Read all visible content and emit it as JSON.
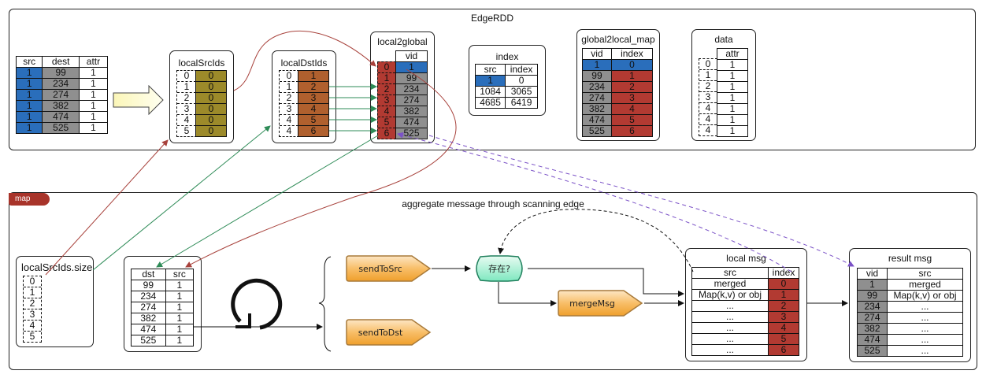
{
  "edge_rdd": {
    "title": "EdgeRDD",
    "edges_table": {
      "headers": [
        "src",
        "dest",
        "attr"
      ],
      "rows": [
        [
          "1",
          "99",
          "1"
        ],
        [
          "1",
          "234",
          "1"
        ],
        [
          "1",
          "274",
          "1"
        ],
        [
          "1",
          "382",
          "1"
        ],
        [
          "1",
          "474",
          "1"
        ],
        [
          "1",
          "525",
          "1"
        ]
      ]
    },
    "local_src_ids": {
      "title": "localSrcIds",
      "index": [
        "0",
        "1",
        "2",
        "3",
        "4",
        "5"
      ],
      "values": [
        "0",
        "0",
        "0",
        "0",
        "0",
        "0"
      ]
    },
    "local_dst_ids": {
      "title": "localDstIds",
      "index": [
        "0",
        "1",
        "2",
        "3",
        "4",
        "4"
      ],
      "values": [
        "1",
        "2",
        "3",
        "4",
        "5",
        "6"
      ]
    },
    "local2global": {
      "title": "local2global",
      "header": "vid",
      "index": [
        "0",
        "1",
        "2",
        "3",
        "4",
        "5",
        "6"
      ],
      "values": [
        "1",
        "99",
        "234",
        "274",
        "382",
        "474",
        "525"
      ]
    },
    "index_table": {
      "title": "index",
      "headers": [
        "src",
        "index"
      ],
      "rows": [
        [
          "1",
          "0"
        ],
        [
          "1084",
          "3065"
        ],
        [
          "4685",
          "6419"
        ]
      ]
    },
    "global2local_map": {
      "title": "global2local_map",
      "headers": [
        "vid",
        "index"
      ],
      "rows": [
        [
          "1",
          "0"
        ],
        [
          "99",
          "1"
        ],
        [
          "234",
          "2"
        ],
        [
          "274",
          "3"
        ],
        [
          "382",
          "4"
        ],
        [
          "474",
          "5"
        ],
        [
          "525",
          "6"
        ]
      ]
    },
    "data_table": {
      "title": "data",
      "header": "attr",
      "index": [
        "0",
        "1",
        "2",
        "3",
        "4",
        "4",
        "4"
      ],
      "values": [
        "1",
        "1",
        "1",
        "1",
        "1",
        "1",
        "1"
      ]
    }
  },
  "map_section": {
    "tag": "map",
    "title": "aggregate message through scanning edge",
    "local_src_ids_size": {
      "title": "localSrcIds.size",
      "index": [
        "0",
        "1",
        "2",
        "3",
        "4",
        "5"
      ]
    },
    "edge_scan_table": {
      "headers": [
        "dst",
        "src"
      ],
      "rows": [
        [
          "99",
          "1"
        ],
        [
          "234",
          "1"
        ],
        [
          "274",
          "1"
        ],
        [
          "382",
          "1"
        ],
        [
          "474",
          "1"
        ],
        [
          "525",
          "1"
        ]
      ]
    },
    "loop_icon": "loop-arrow-icon",
    "send_to_src": "sendToSrc",
    "send_to_dst": "sendToDst",
    "decision": "存在?",
    "merge_msg": "mergeMsg",
    "local_msg": {
      "title": "local msg",
      "headers": [
        "src",
        "index"
      ],
      "rows": [
        [
          "merged",
          "0"
        ],
        [
          "Map(k,v) or obj",
          "1"
        ],
        [
          "...",
          "2"
        ],
        [
          "...",
          "3"
        ],
        [
          "...",
          "4"
        ],
        [
          "...",
          "5"
        ],
        [
          "...",
          "6"
        ]
      ]
    },
    "result_msg": {
      "title": "result msg",
      "headers": [
        "vid",
        "src"
      ],
      "rows": [
        [
          "1",
          "merged"
        ],
        [
          "99",
          "Map(k,v) or obj"
        ],
        [
          "234",
          "..."
        ],
        [
          "274",
          "..."
        ],
        [
          "382",
          "..."
        ],
        [
          "474",
          "..."
        ],
        [
          "525",
          "..."
        ]
      ]
    }
  },
  "colors": {
    "blue": "#2a6ebb",
    "gray": "#8f8f8f",
    "red": "#b23a32",
    "olive": "#9c8a2a",
    "brown": "#b0602e",
    "green_arrow": "#2e8b57",
    "red_arrow": "#a8423c",
    "purple_arrow": "#7b52c7",
    "orange_node": "#f4a940",
    "teal_node": "#2ea87a"
  }
}
